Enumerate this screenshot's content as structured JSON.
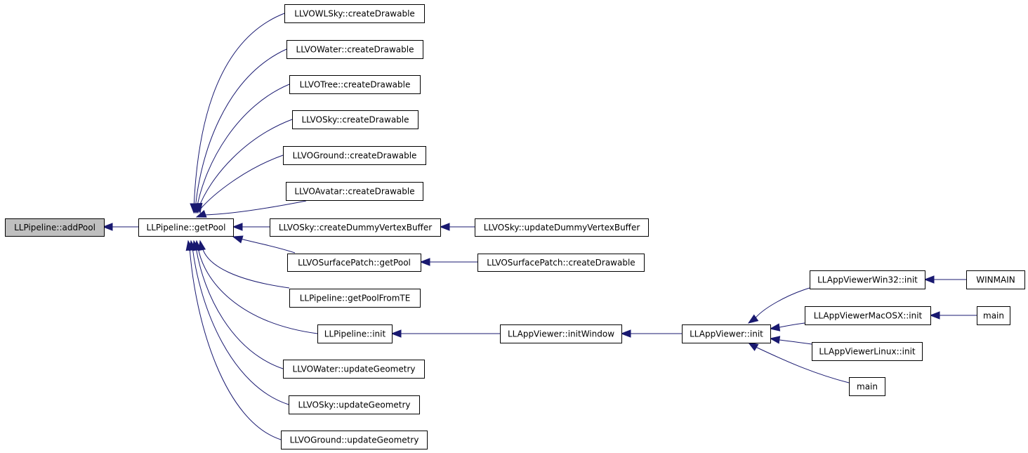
{
  "graph": {
    "colors": {
      "edge": "#191970",
      "root_fill": "#bfbfbf",
      "node_fill": "#ffffff",
      "node_border": "#000000"
    },
    "nodes": {
      "addPool": "LLPipeline::addPool",
      "getPool": "LLPipeline::getPool",
      "owlSky": "LLVOWLSky::createDrawable",
      "water": "LLVOWater::createDrawable",
      "tree": "LLVOTree::createDrawable",
      "sky": "LLVOSky::createDrawable",
      "ground": "LLVOGround::createDrawable",
      "avatar": "LLVOAvatar::createDrawable",
      "skyDummy": "LLVOSky::createDummyVertexBuffer",
      "skyUpdDummy": "LLVOSky::updateDummyVertexBuffer",
      "surfGetPool": "LLVOSurfacePatch::getPool",
      "surfCreate": "LLVOSurfacePatch::createDrawable",
      "getPoolTE": "LLPipeline::getPoolFromTE",
      "pipeInit": "LLPipeline::init",
      "initWindow": "LLAppViewer::initWindow",
      "appInit": "LLAppViewer::init",
      "win32Init": "LLAppViewerWin32::init",
      "winmain": "WINMAIN",
      "macInit": "LLAppViewerMacOSX::init",
      "macMain": "main",
      "linuxInit": "LLAppViewerLinux::init",
      "main": "main",
      "waterGeom": "LLVOWater::updateGeometry",
      "skyGeom": "LLVOSky::updateGeometry",
      "groundGeom": "LLVOGround::updateGeometry"
    }
  }
}
